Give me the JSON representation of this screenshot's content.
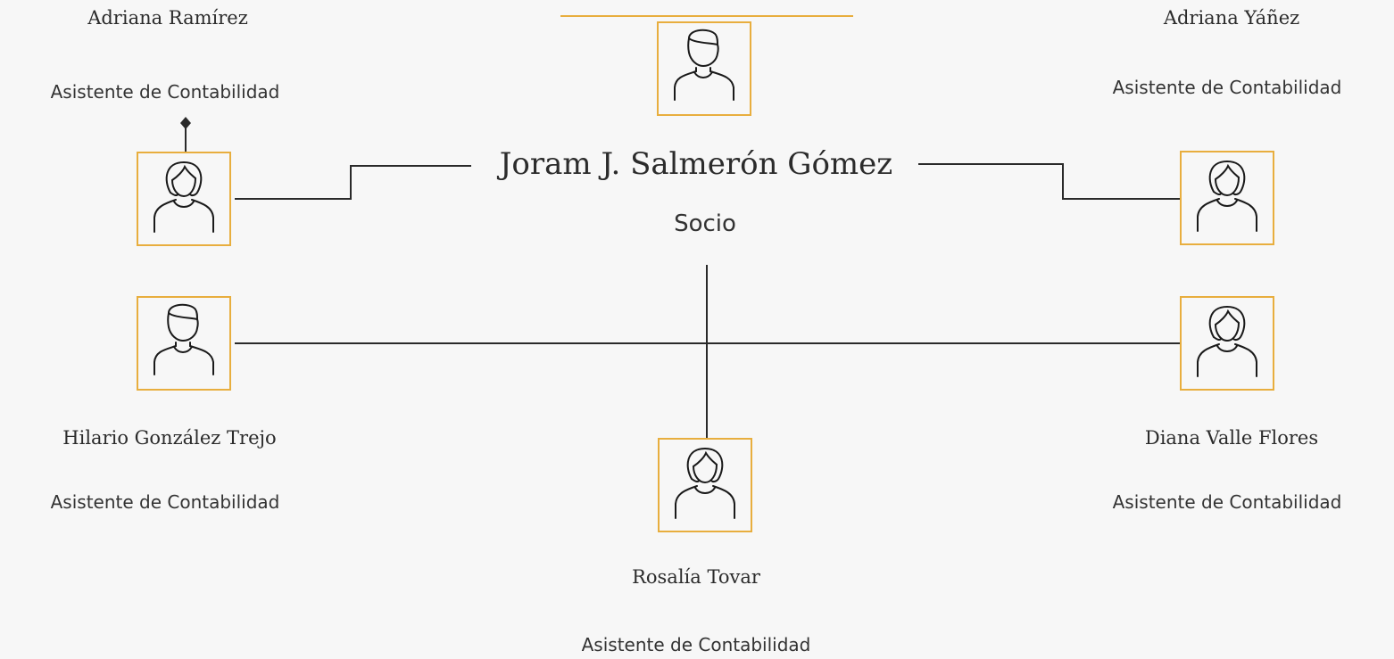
{
  "boss": {
    "name": "Joram J. Salmerón Gómez",
    "role": "Socio"
  },
  "people": [
    {
      "name": "Adriana Ramírez",
      "role": "Asistente de Contabilidad",
      "avatar": "female-user-icon"
    },
    {
      "name": "Adriana Yáñez",
      "role": "Asistente de Contabilidad",
      "avatar": "female-user-icon"
    },
    {
      "name": "Hilario González Trejo",
      "role": "Asistente de Contabilidad",
      "avatar": "male-user-icon"
    },
    {
      "name": "Diana Valle Flores",
      "role": "Asistente de Contabilidad",
      "avatar": "female-user-icon"
    },
    {
      "name": "Rosalía Tovar",
      "role": "Asistente de Contabilidad",
      "avatar": "female-user-icon"
    }
  ],
  "colors": {
    "frame": "#e8ae3e",
    "line": "#2a2a2a",
    "background": "#f7f7f7"
  }
}
